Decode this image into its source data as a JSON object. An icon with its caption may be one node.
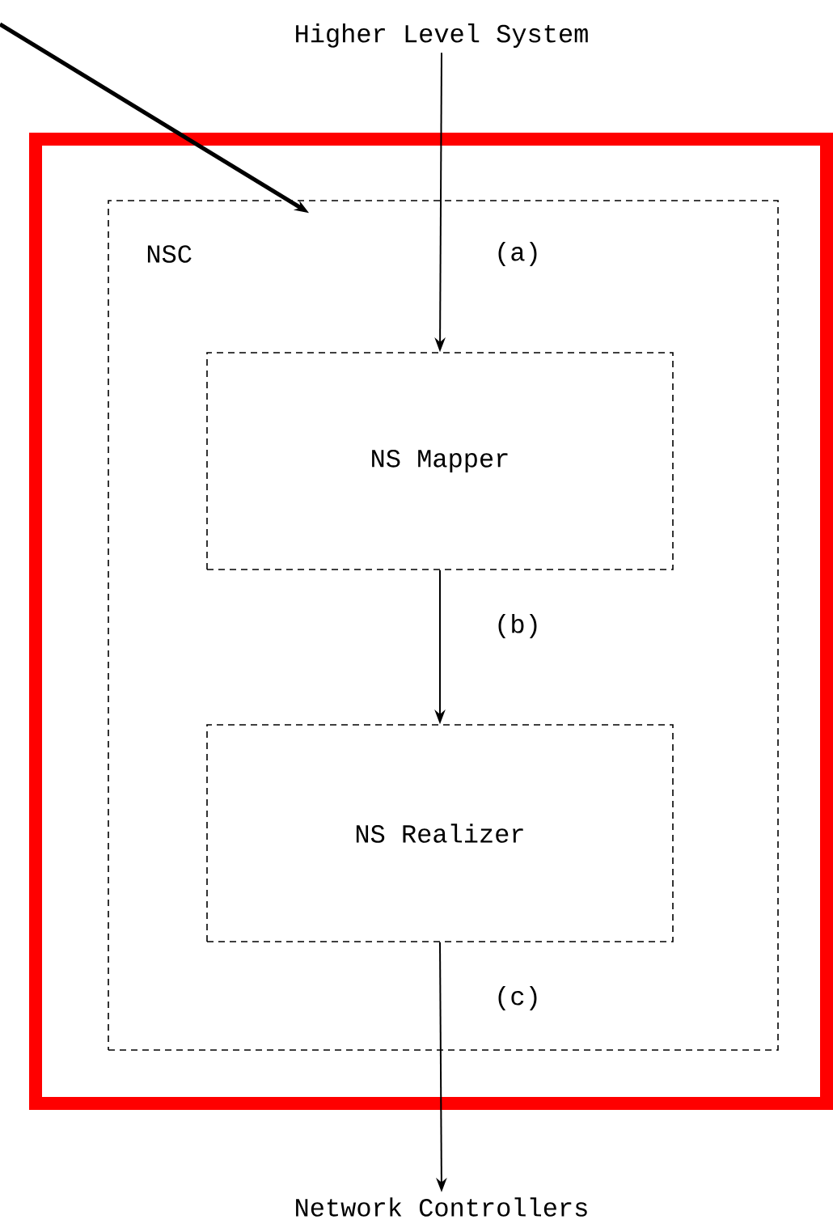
{
  "diagram": {
    "nodes": [
      {
        "text": [
          "Higher Level System"
        ]
      },
      {
        "text": [
          "NSC"
        ]
      },
      {
        "text": [
          "NS Mapper"
        ],
        "in": 1
      },
      {
        "text": [
          "NS Realizer"
        ],
        "in": 1
      },
      {
        "text": [
          "Network Controllers"
        ]
      }
    ],
    "edges": [
      {
        "from": 0,
        "to": 2,
        "arrow": "to",
        "label": "(a)"
      },
      {
        "from": 2,
        "to": 3,
        "arrow": "to",
        "label": "(b)"
      },
      {
        "from": 3,
        "to": 4,
        "arrow": "to",
        "label": "(c)"
      },
      {
        "from": null,
        "to": 1,
        "arrow": "to",
        "style": "thick"
      }
    ]
  }
}
